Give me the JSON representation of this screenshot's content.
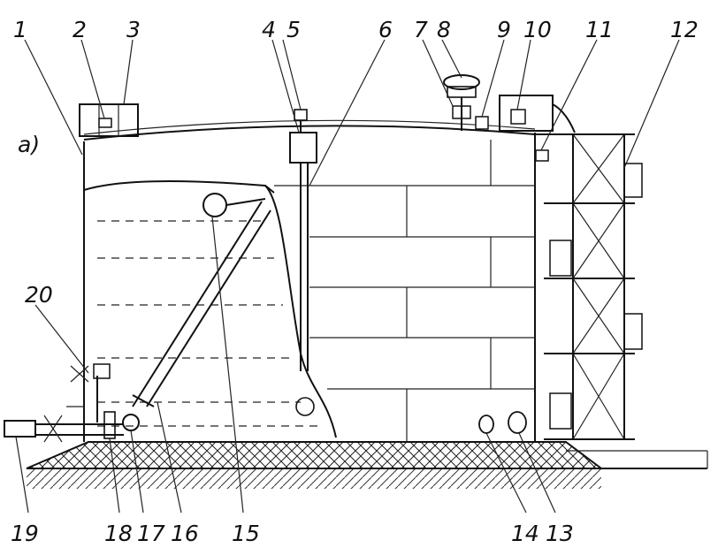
{
  "figure": {
    "panel_label": "a)",
    "callouts": [
      "1",
      "2",
      "3",
      "4",
      "5",
      "6",
      "7",
      "8",
      "9",
      "10",
      "11",
      "12",
      "13",
      "14",
      "15",
      "16",
      "17",
      "18",
      "19",
      "20"
    ]
  }
}
